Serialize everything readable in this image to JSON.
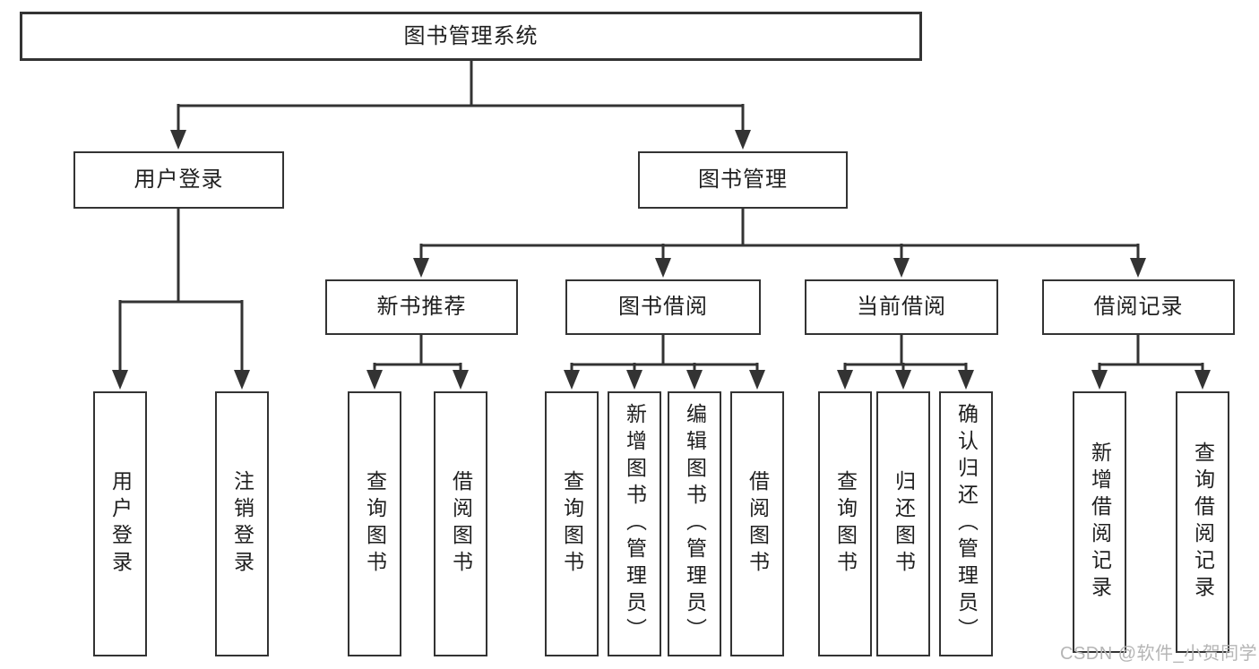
{
  "tree": {
    "root": "图书管理系统",
    "branches": [
      {
        "label": "用户登录",
        "children": [
          "用户登录",
          "注销登录"
        ]
      },
      {
        "label": "图书管理",
        "children": [
          {
            "label": "新书推荐",
            "children": [
              "查询图书",
              "借阅图书"
            ]
          },
          {
            "label": "图书借阅",
            "children": [
              "查询图书",
              "新增图书（管理员）",
              "编辑图书（管理员）",
              "借阅图书"
            ]
          },
          {
            "label": "当前借阅",
            "children": [
              "查询图书",
              "归还图书",
              "确认归还（管理员）"
            ]
          },
          {
            "label": "借阅记录",
            "children": [
              "新增借阅记录",
              "查询借阅记录"
            ]
          }
        ]
      }
    ]
  },
  "watermark": "CSDN @软件_小贺同学",
  "colors": {
    "line": "#333333",
    "box_border": "#333333",
    "text": "#1f1f1f",
    "watermark": "#b5b5b5",
    "background": "#ffffff"
  }
}
